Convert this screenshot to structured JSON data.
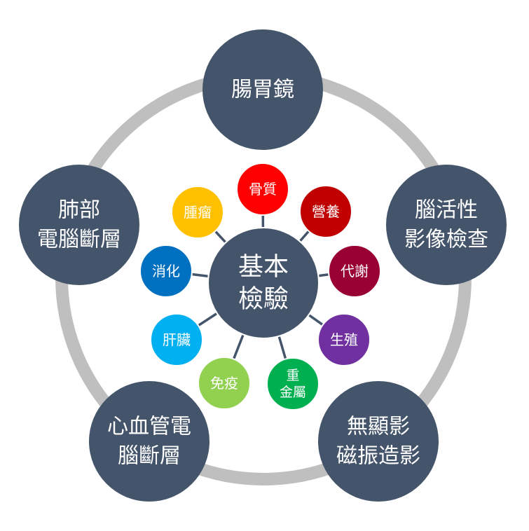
{
  "center": {
    "lines": [
      "基本",
      "檢驗"
    ],
    "color": "#44546a"
  },
  "ring_color": "#bfbfbf",
  "outer_nodes": [
    {
      "lines": [
        "腸胃鏡"
      ],
      "color": "#44546a"
    },
    {
      "lines": [
        "腦活性",
        "影像檢查"
      ],
      "color": "#44546a"
    },
    {
      "lines": [
        "無顯影",
        "磁振造影"
      ],
      "color": "#44546a"
    },
    {
      "lines": [
        "心血管電",
        "腦斷層"
      ],
      "color": "#44546a"
    },
    {
      "lines": [
        "肺部",
        "電腦斷層"
      ],
      "color": "#44546a"
    }
  ],
  "inner_nodes": [
    {
      "lines": [
        "骨質"
      ],
      "color": "#ff0000"
    },
    {
      "lines": [
        "營養"
      ],
      "color": "#c00000"
    },
    {
      "lines": [
        "代謝"
      ],
      "color": "#990033"
    },
    {
      "lines": [
        "生殖"
      ],
      "color": "#7030a0"
    },
    {
      "lines": [
        "重",
        "金屬"
      ],
      "color": "#00b050"
    },
    {
      "lines": [
        "免疫"
      ],
      "color": "#92d050"
    },
    {
      "lines": [
        "肝臟"
      ],
      "color": "#00b0f0"
    },
    {
      "lines": [
        "消化"
      ],
      "color": "#0070c0"
    },
    {
      "lines": [
        "腫瘤"
      ],
      "color": "#ffc000"
    }
  ]
}
